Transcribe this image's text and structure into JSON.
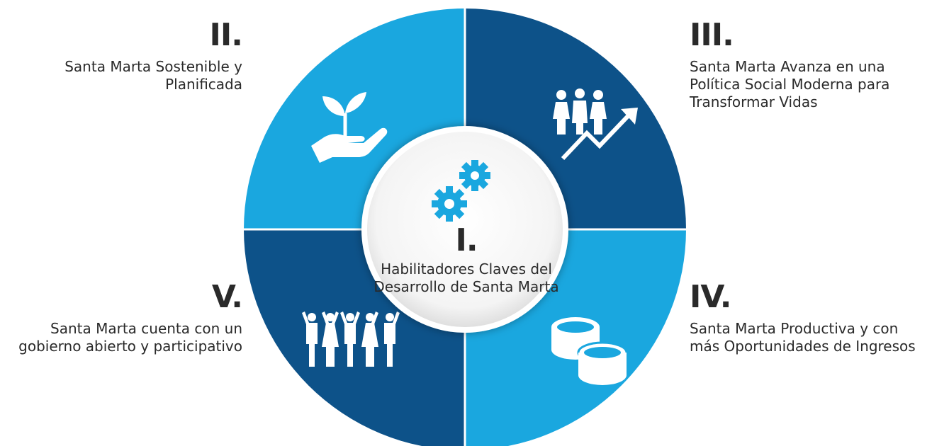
{
  "colors": {
    "dark_blue": "#0d5289",
    "light_blue": "#1aa7df",
    "text": "#2a2a2a",
    "center": "#ffffff"
  },
  "center": {
    "numeral": "I.",
    "label": "Habilitadores Claves del Desarrollo de Santa Marta",
    "icon": "gears-icon"
  },
  "segments": [
    {
      "id": "II",
      "numeral": "II.",
      "label": "Santa Marta Sostenible y Planificada",
      "icon": "hand-plant-icon",
      "color": "light_blue"
    },
    {
      "id": "III",
      "numeral": "III.",
      "label": "Santa Marta Avanza en una Política Social Moderna para Transformar Vidas",
      "icon": "people-growth-icon",
      "color": "dark_blue"
    },
    {
      "id": "IV",
      "numeral": "IV.",
      "label": "Santa Marta Productiva y con más Oportunidades de Ingresos",
      "icon": "coins-icon",
      "color": "light_blue"
    },
    {
      "id": "V",
      "numeral": "V.",
      "label": "Santa Marta cuenta con un gobierno abierto y participativo",
      "icon": "people-group-icon",
      "color": "dark_blue"
    }
  ]
}
